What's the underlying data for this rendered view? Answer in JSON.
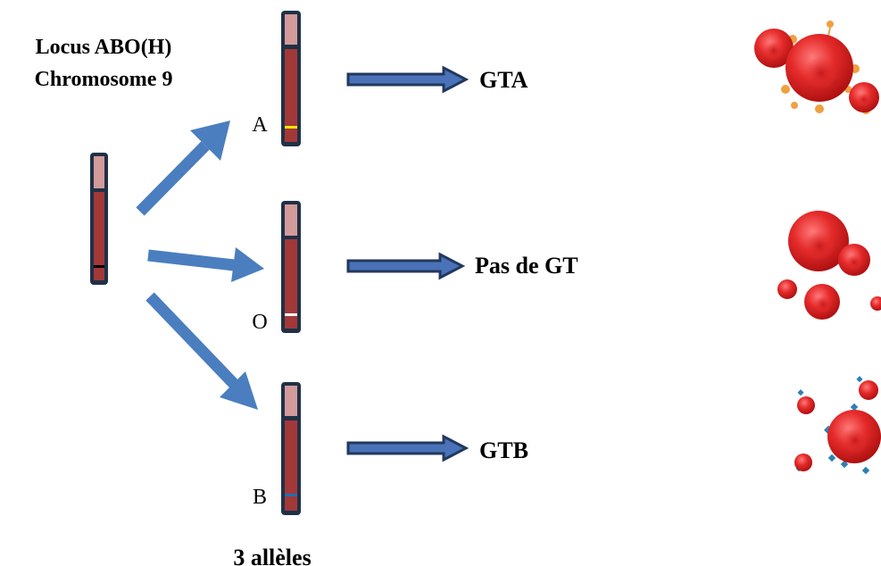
{
  "title": {
    "line1": "Locus ABO(H)",
    "line2": "Chromosome 9"
  },
  "alleles": [
    {
      "letter": "A",
      "product": "GTA",
      "band_color": "#f2e600"
    },
    {
      "letter": "O",
      "product": "Pas de GT",
      "band_color": "#ffffff"
    },
    {
      "letter": "B",
      "product": "GTB",
      "band_color": "#1f6fb0"
    }
  ],
  "footer": "3 allèles",
  "colors": {
    "chromosome_top": "#d39a9a",
    "chromosome_body": "#a33838",
    "chromosome_outline": "#1f3147",
    "arrow_blue": "#4a7ebf",
    "product_arrow_fill": "#4a72b8",
    "product_arrow_outline": "#23385e",
    "cell_red": "#e02b2b",
    "antigen_A": "#f0a040",
    "antigen_B": "#2f7fb5"
  }
}
